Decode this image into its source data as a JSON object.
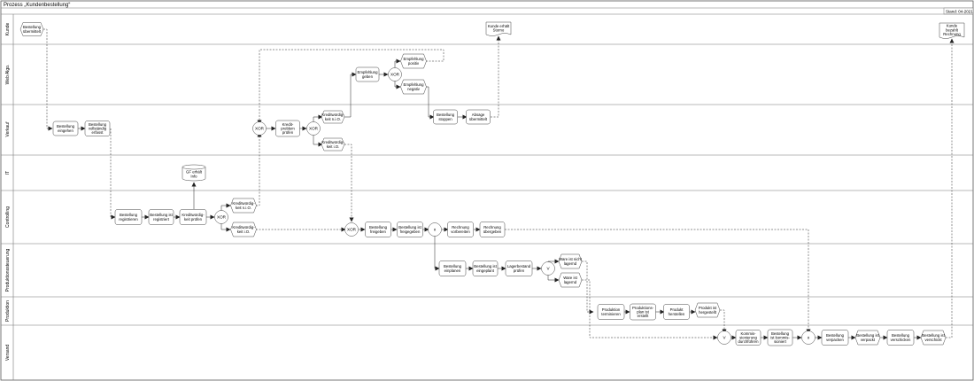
{
  "title": "Prozess „Kundenbestellung“",
  "status": "Stand: 04-2021",
  "lanes": [
    {
      "id": "kunde",
      "label": "Kunde"
    },
    {
      "id": "web",
      "label": "Web Algo."
    },
    {
      "id": "verkauf",
      "label": "Verkauf"
    },
    {
      "id": "it",
      "label": "IT"
    },
    {
      "id": "controlling",
      "label": "Controlling"
    },
    {
      "id": "prodsteuerung",
      "label": "Produktionssteuerung"
    },
    {
      "id": "produktion",
      "label": "Produktion"
    },
    {
      "id": "versand",
      "label": "Versand"
    }
  ],
  "nodes": {
    "k1": {
      "lines": [
        "Bestellung",
        "übermittelt"
      ]
    },
    "k2": {
      "lines": [
        "Kunde erhält",
        "Storno"
      ]
    },
    "k3": {
      "lines": [
        "Kunde",
        "bezahlt",
        "Rechnung"
      ]
    },
    "w1": {
      "lines": [
        "Empfehlung",
        "geben"
      ]
    },
    "w2": {
      "lines": [
        "Empfehlung",
        "positiv"
      ]
    },
    "w3": {
      "lines": [
        "Empfehlung",
        "negativ"
      ]
    },
    "v1": {
      "lines": [
        "Bestellung",
        "eingehen"
      ]
    },
    "v2": {
      "lines": [
        "Bestellung",
        "vollständig",
        "erfasst"
      ]
    },
    "v3": {
      "lines": [
        "Kredit-",
        "problem",
        "prüfen"
      ]
    },
    "v4": {
      "lines": [
        "Kreditwürdig-",
        "keit n.i.O."
      ]
    },
    "v5": {
      "lines": [
        "Kreditwürdig-",
        "keit i.O."
      ]
    },
    "v6": {
      "lines": [
        "Bestellung",
        "stoppen"
      ]
    },
    "v7": {
      "lines": [
        "Absage",
        "übermittelt"
      ]
    },
    "it1": {
      "lines": [
        "GF erhält",
        "Info"
      ]
    },
    "c1": {
      "lines": [
        "Bestellung",
        "registrieren"
      ]
    },
    "c2": {
      "lines": [
        "Bestellung ist",
        "registriert"
      ]
    },
    "c3": {
      "lines": [
        "Kreditwürdig-",
        "keit prüfen"
      ]
    },
    "c4": {
      "lines": [
        "Kreditwürdig-",
        "keit n.i.O."
      ]
    },
    "c5": {
      "lines": [
        "Kreditwürdig-",
        "keit i.O."
      ]
    },
    "c6": {
      "lines": [
        "Bestellung",
        "freigeben"
      ]
    },
    "c7": {
      "lines": [
        "Bestellung ist",
        "freigegeben"
      ]
    },
    "c8": {
      "lines": [
        "Rechnung",
        "vorbereiten"
      ]
    },
    "c9": {
      "lines": [
        "Rechnung",
        "übergeben"
      ]
    },
    "ps1": {
      "lines": [
        "Bestellung",
        "einplanen"
      ]
    },
    "ps2": {
      "lines": [
        "Bestellung ist",
        "eingeplant"
      ]
    },
    "ps3": {
      "lines": [
        "Lagerbestand",
        "prüfen"
      ]
    },
    "ps4": {
      "lines": [
        "Ware ist nicht",
        "lagernd"
      ]
    },
    "ps5": {
      "lines": [
        "Ware ist",
        "lagernd"
      ]
    },
    "p1": {
      "lines": [
        "Produktion",
        "terminieren"
      ]
    },
    "p2": {
      "lines": [
        "Produktions-",
        "plan ist",
        "erstellt"
      ]
    },
    "p3": {
      "lines": [
        "Produkt",
        "herstellen"
      ]
    },
    "p4": {
      "lines": [
        "Produkt ist",
        "hergestellt"
      ]
    },
    "vs1": {
      "lines": [
        "Kommis-",
        "sionierung",
        "durchführen"
      ]
    },
    "vs2": {
      "lines": [
        "Bestellung",
        "ist kommis-",
        "sioniert"
      ]
    },
    "vs3": {
      "lines": [
        "Bestellung",
        "verpacken"
      ]
    },
    "vs4": {
      "lines": [
        "Bestellung ist",
        "verpackt"
      ]
    },
    "vs5": {
      "lines": [
        "Bestellung",
        "verschicken"
      ]
    },
    "vs6": {
      "lines": [
        "Bestellung ist",
        "verschickt"
      ]
    }
  },
  "operators": {
    "ow1": "XOR",
    "ov1": "XOR",
    "ov2": "XOR",
    "oc1": "XOR",
    "oc2": "XOR",
    "oc3": "∧",
    "ops1": "V",
    "ovs1": "V",
    "ovs2": "∧"
  }
}
